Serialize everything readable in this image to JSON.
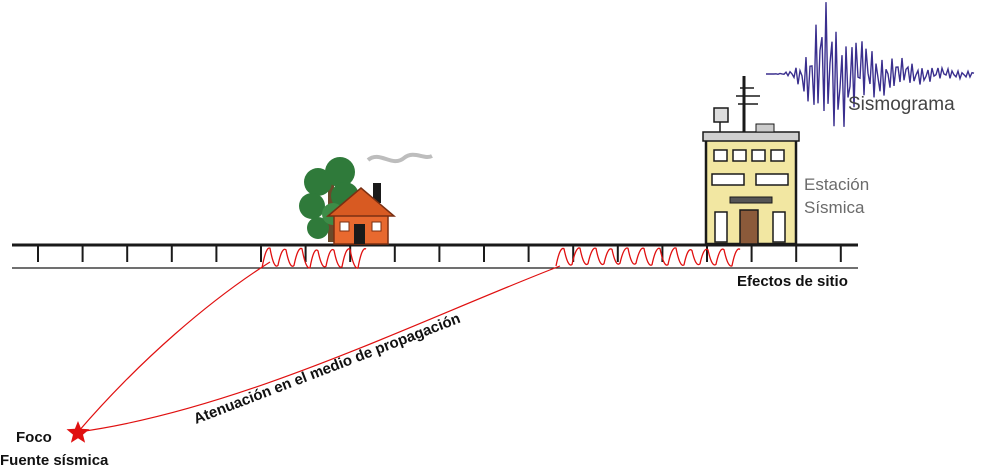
{
  "labels": {
    "seismogram": "Sismograma",
    "station_line1": "Estación",
    "station_line2": "Sísmica",
    "site_effects": "Efectos de sitio",
    "attenuation": "Atenuación en el medio de propagación",
    "focus": "Foco",
    "source": "Fuente sísmica"
  },
  "colors": {
    "wave": "#e01010",
    "star": "#e01010",
    "seismogram": "#3a2f8e",
    "ground": "#1a1a1a",
    "house": "#e8692f",
    "roof": "#d85a22",
    "tree": "#2f7a3a",
    "building": "#f2e7a2",
    "station_text": "#6b6b6b"
  },
  "icons": {
    "house": "house-icon",
    "tree": "tree-icon",
    "station": "seismic-station-building-icon",
    "antenna": "antenna-icon",
    "star": "star-icon",
    "seismogram": "seismogram-waveform-icon"
  }
}
